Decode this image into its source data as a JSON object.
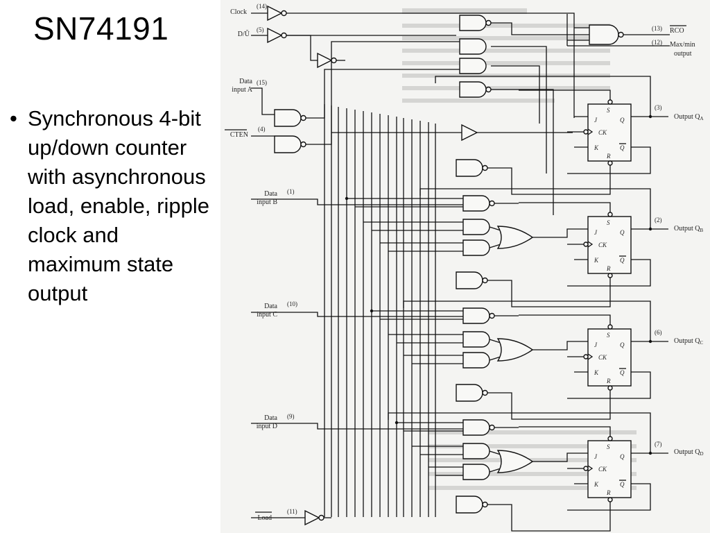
{
  "slide": {
    "title": "SN74191",
    "bullet": "Synchronous 4-bit up/down counter with asynchronous load, enable, ripple clock and maximum state output"
  },
  "schematic": {
    "inputs": [
      {
        "label": "Clock",
        "pin": "(14)"
      },
      {
        "label": "D/Ū",
        "pin": "(5)"
      },
      {
        "label": "Data",
        "label2": "input A",
        "pin": "(15)"
      },
      {
        "label": "CTEN",
        "pin": "(4)"
      },
      {
        "label": "Data",
        "label2": "input B",
        "pin": "(1)"
      },
      {
        "label": "Data",
        "label2": "input C",
        "pin": "(10)"
      },
      {
        "label": "Data",
        "label2": "input D",
        "pin": "(9)"
      },
      {
        "label": "Load",
        "pin": "(11)"
      }
    ],
    "outputs": [
      {
        "label": "RCO",
        "pin": "(13)"
      },
      {
        "label": "Max/min",
        "label2": "output",
        "pin": "(12)"
      },
      {
        "label": "Output Q",
        "sub": "A",
        "pin": "(3)"
      },
      {
        "label": "Output Q",
        "sub": "B",
        "pin": "(2)"
      },
      {
        "label": "Output Q",
        "sub": "C",
        "pin": "(6)"
      },
      {
        "label": "Output Q",
        "sub": "D",
        "pin": "(7)"
      }
    ],
    "ff_pins": {
      "s": "S",
      "j": "J",
      "ck": "CK",
      "k": "K",
      "r": "R",
      "q": "Q",
      "qbar": "Q"
    }
  }
}
